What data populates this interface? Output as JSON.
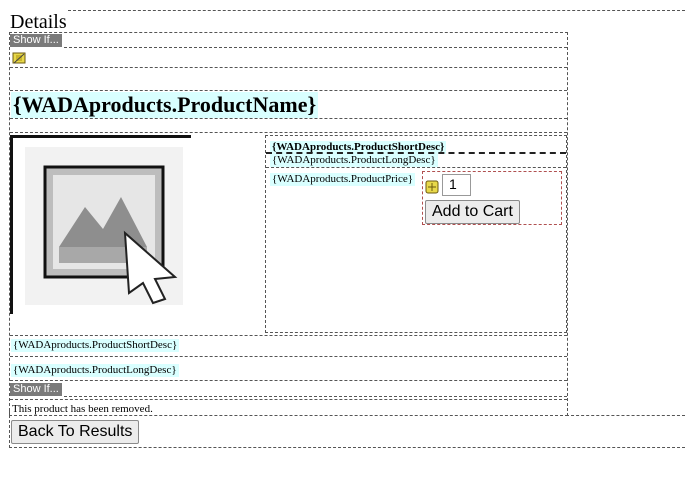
{
  "page": {
    "title": "Details"
  },
  "show_if_top": {
    "label": "Show If..."
  },
  "product": {
    "name": "{WADAproducts.ProductName}",
    "short_desc": "{WADAproducts.ProductShortDesc}",
    "long_desc": "{WADAproducts.ProductLongDesc}",
    "price": "{WADAproducts.ProductPrice}",
    "short_desc_bottom": "{WADAproducts.ProductShortDesc}",
    "long_desc_bottom": "{WADAproducts.ProductLongDesc}"
  },
  "cart": {
    "quantity": "1",
    "add_label": "Add to Cart"
  },
  "show_if_bottom": {
    "label": "Show If..."
  },
  "removed_message": "This product has been removed.",
  "back_button": {
    "label": "Back To Results"
  },
  "icons": {
    "script_marker": "script-marker-icon",
    "image_placeholder": "image-placeholder-icon",
    "form_marker": "form-marker-icon"
  },
  "colors": {
    "dynamic_text_bg": "#d9ffff",
    "show_if_tag_bg": "#7a7a7a"
  }
}
